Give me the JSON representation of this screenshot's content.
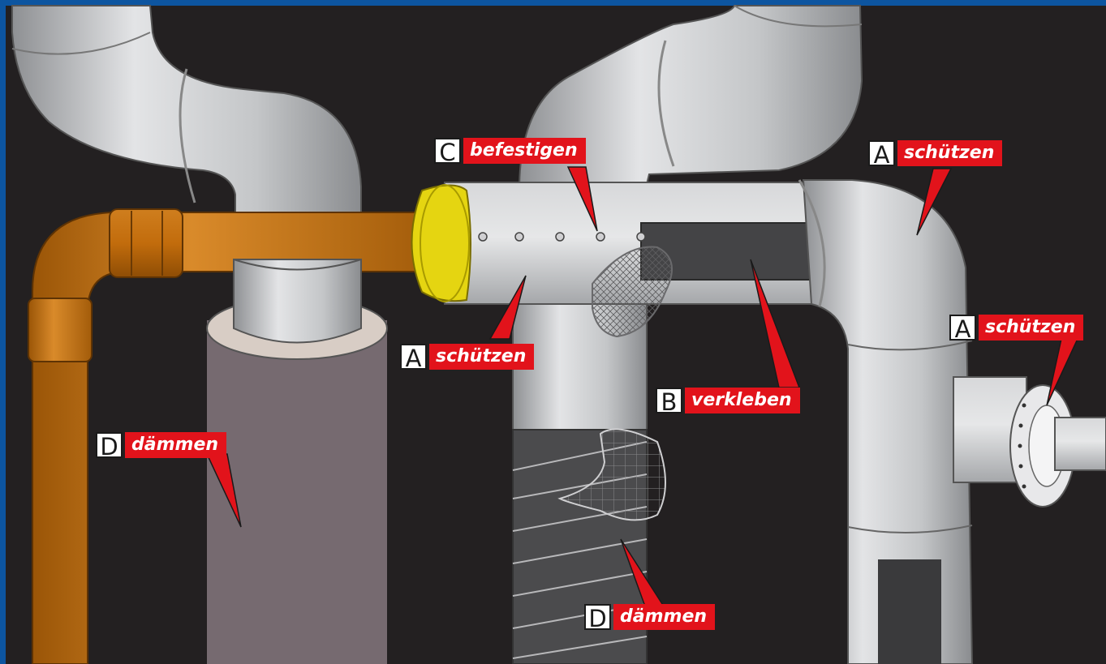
{
  "colors": {
    "frame": "#0d55a0",
    "background": "#232021",
    "galvanized": "#c9cacc",
    "copper": "#c8740f",
    "insulation_gray": "#766a70",
    "insulation_yellow": "#e5d511",
    "tape_black": "#3a3a3c",
    "label_red": "#e2131b"
  },
  "labels": [
    {
      "id": "c-top",
      "letter": "C",
      "word": "befestigen"
    },
    {
      "id": "a-right-top",
      "letter": "A",
      "word": "schützen"
    },
    {
      "id": "a-right-mid",
      "letter": "A",
      "word": "schützen"
    },
    {
      "id": "a-center",
      "letter": "A",
      "word": "schützen"
    },
    {
      "id": "b-center",
      "letter": "B",
      "word": "verkleben"
    },
    {
      "id": "d-left",
      "letter": "D",
      "word": "dämmen"
    },
    {
      "id": "d-bottom",
      "letter": "D",
      "word": "dämmen"
    }
  ]
}
